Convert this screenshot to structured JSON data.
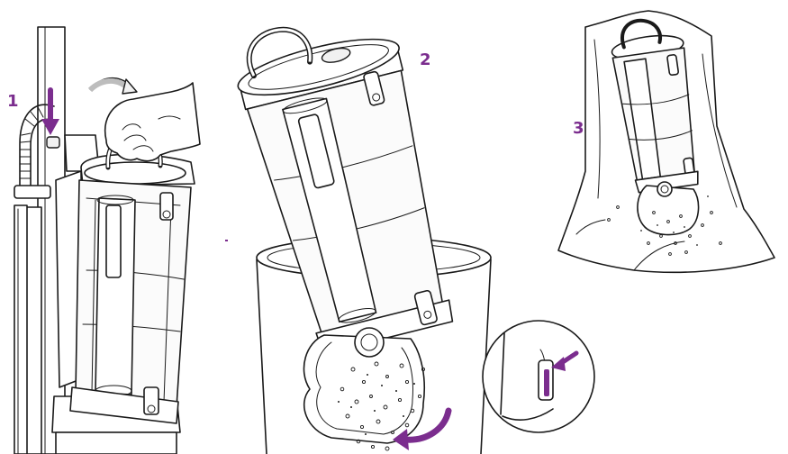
{
  "accent_color": "#7b2d8e",
  "steps": [
    {
      "label": "1"
    },
    {
      "label": "2"
    },
    {
      "label": "3"
    }
  ]
}
